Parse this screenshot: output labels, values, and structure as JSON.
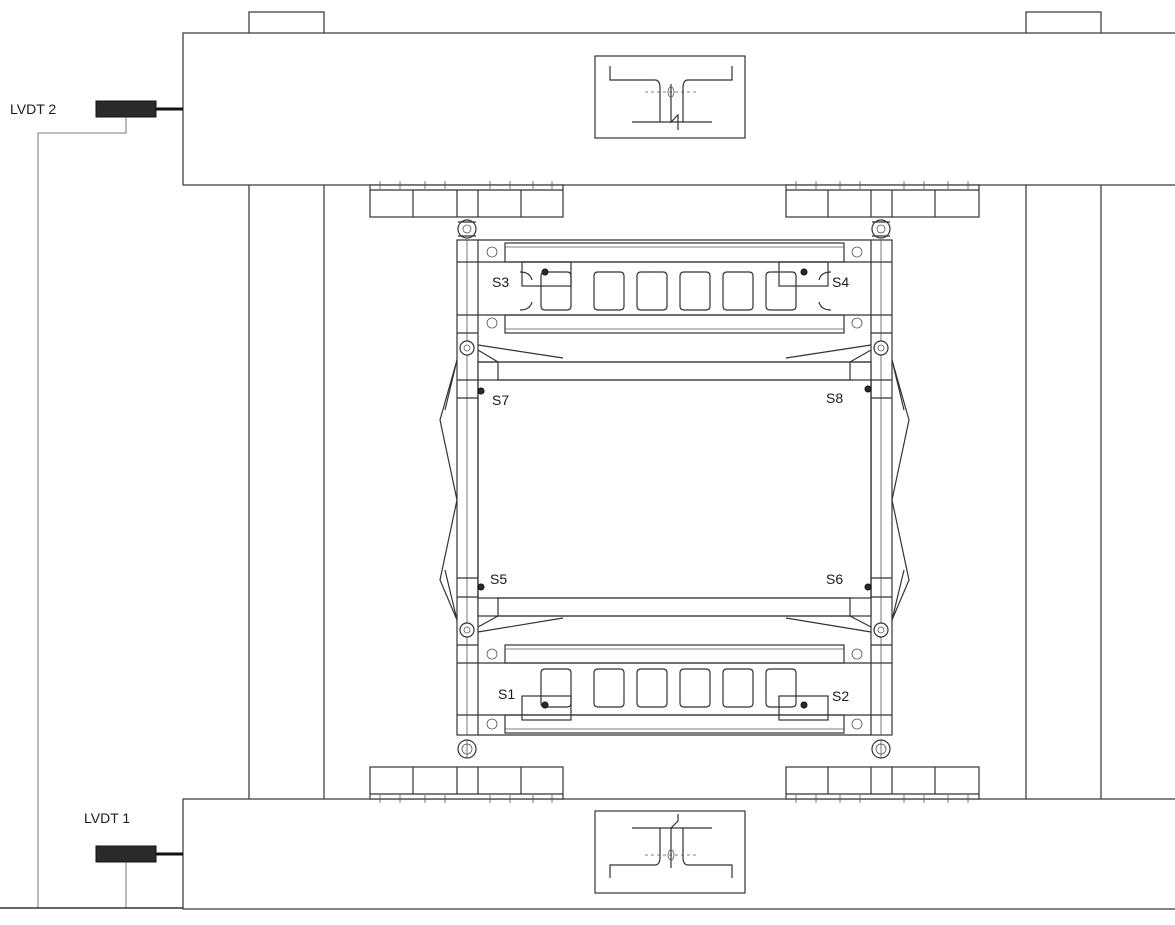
{
  "labels": {
    "lvdt1": "LVDT 1",
    "lvdt2": "LVDT 2",
    "s1": "S1",
    "s2": "S2",
    "s3": "S3",
    "s4": "S4",
    "s5": "S5",
    "s6": "S6",
    "s7": "S7",
    "s8": "S8"
  },
  "colors": {
    "line": "#333333",
    "device": "#2b2b2b",
    "background": "#ffffff"
  }
}
